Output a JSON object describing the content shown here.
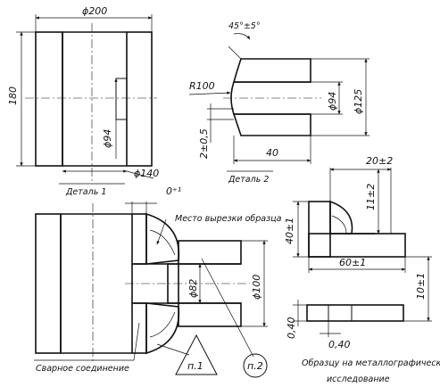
{
  "part1": {
    "caption": "Деталь 1",
    "dim_outer_diameter": "ϕ200",
    "dim_height": "180",
    "dim_inner_diameter": "ϕ94",
    "dim_counterbore_diameter": "ϕ140"
  },
  "part2": {
    "caption": "Деталь 2",
    "dim_chamfer": "45°±5°",
    "dim_radius": "R100",
    "dim_inner_diameter": "ϕ94",
    "dim_outer_diameter": "ϕ125",
    "dim_land": "2±0,5",
    "dim_length": "40"
  },
  "assembly": {
    "dim_gap": "0⁺¹",
    "cut_location_label": "Место вырезки образца",
    "dim_inner_diameter": "ϕ82",
    "dim_outer_diameter": "ϕ100",
    "weld_label": "Сварное соединение",
    "callout_p1": "п.1",
    "callout_p2": "п.2"
  },
  "specimen": {
    "dim_top": "20±2",
    "dim_top_height": "11±2",
    "dim_left_height": "40±1",
    "dim_width": "60±1",
    "dim_right_height": "10±1",
    "dim_slab_thickness_left": "0,40",
    "dim_slab_thickness_bottom": "0,40",
    "caption_line1": "Образцу на металлографическое",
    "caption_line2": "исследование"
  }
}
